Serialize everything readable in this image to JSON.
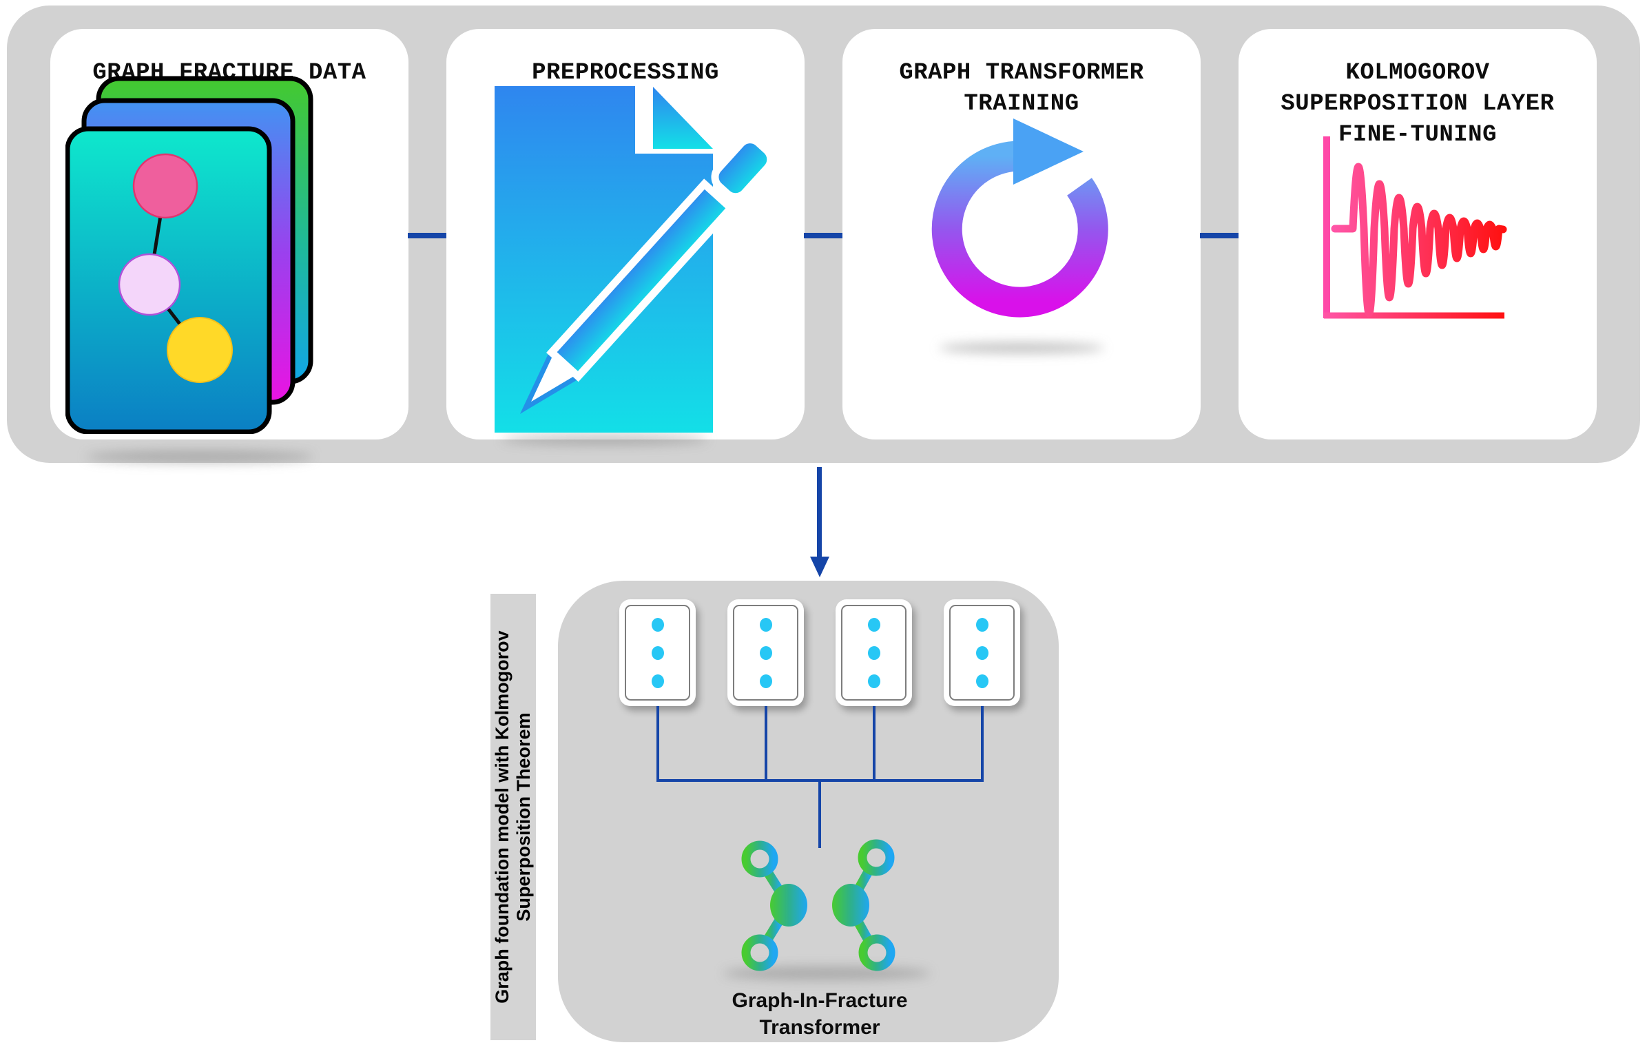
{
  "pipeline": {
    "steps": [
      {
        "title_lines": [
          "GRAPH FRACTURE DATA"
        ],
        "icon": "stacked-graph-cards-icon"
      },
      {
        "title_lines": [
          "PREPROCESSING"
        ],
        "icon": "document-pencil-icon"
      },
      {
        "title_lines": [
          "GRAPH TRANSFORMER",
          "TRAINING"
        ],
        "icon": "cyclic-training-arrow-icon"
      },
      {
        "title_lines": [
          "KOLMOGOROV",
          "SUPERPOSITION LAYER",
          "FINE-TUNING"
        ],
        "icon": "damped-signal-plot-icon"
      }
    ]
  },
  "foundation": {
    "sidebar_label_lines": [
      "Graph foundation model with Kolmogorov",
      "Superposition Theorem"
    ],
    "module_count": 4,
    "dots_per_module": 3,
    "output_label_lines": [
      "Graph-In-Fracture",
      "Transformer"
    ]
  },
  "colors": {
    "container-gray": "#d2d2d2",
    "sidebar-gray": "#d4d4d4",
    "connector-blue": "#1545a8",
    "dot-cyan": "#27c7f5",
    "title-black": "#0d0d0d",
    "module-outline-gray": "#7d7d7d"
  }
}
